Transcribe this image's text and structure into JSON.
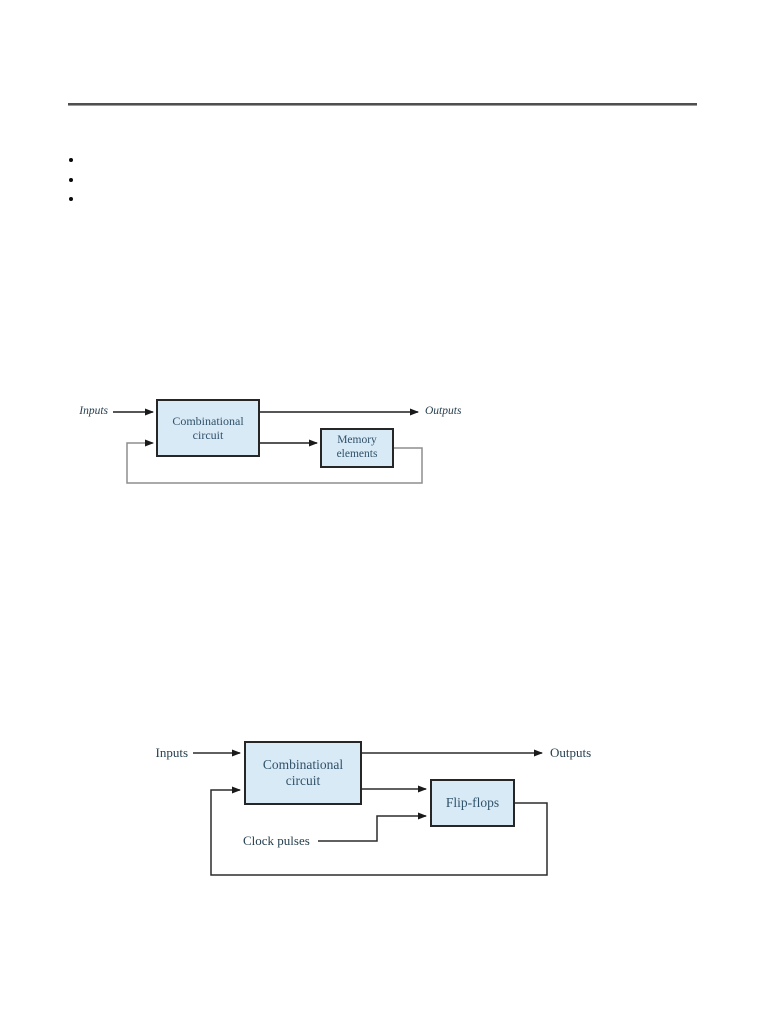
{
  "page": {
    "background": "#ffffff"
  },
  "header": {
    "rule_color": "#5f5f5f"
  },
  "bullet_list": {
    "items": [
      {
        "label": ""
      },
      {
        "label": ""
      },
      {
        "label": ""
      }
    ]
  },
  "colors": {
    "box_fill": "#d9eaf7",
    "box_border": "#262626",
    "line_dark": "#1f1f1f",
    "line_gray": "#8e8e8e",
    "box_text": "#2f5168",
    "label_text": "#27404f"
  },
  "diagram1": {
    "inputs_label": "Inputs",
    "outputs_label": "Outputs",
    "combinational_box_line1": "Combinational",
    "combinational_box_line2": "circuit",
    "memory_box_line1": "Memory",
    "memory_box_line2": "elements"
  },
  "diagram2": {
    "inputs_label": "Inputs",
    "outputs_label": "Outputs",
    "combinational_box_line1": "Combinational",
    "combinational_box_line2": "circuit",
    "flipflops_box_label": "Flip-flops",
    "clock_label": "Clock pulses"
  }
}
